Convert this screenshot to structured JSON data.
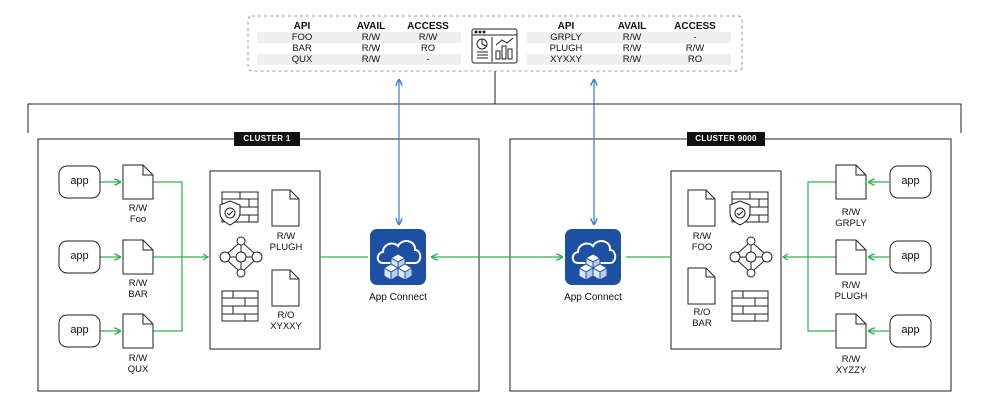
{
  "top_table_left": {
    "headers": [
      "API",
      "AVAIL",
      "ACCESS"
    ],
    "rows": [
      [
        "FOO",
        "R/W",
        "R/W"
      ],
      [
        "BAR",
        "R/W",
        "RO"
      ],
      [
        "QUX",
        "R/W",
        "-"
      ]
    ]
  },
  "top_table_right": {
    "headers": [
      "API",
      "AVAIL",
      "ACCESS"
    ],
    "rows": [
      [
        "GRPLY",
        "R/W",
        "-"
      ],
      [
        "PLUGH",
        "R/W",
        "R/W"
      ],
      [
        "XYXXY",
        "R/W",
        "RO"
      ]
    ]
  },
  "cluster_left": {
    "title": "CLUSTER 1",
    "apps": [
      "app",
      "app",
      "app"
    ],
    "docs": [
      [
        "R/W",
        "Foo"
      ],
      [
        "R/W",
        "BAR"
      ],
      [
        "R/W",
        "QUX"
      ]
    ],
    "gateway_docs": [
      [
        "R/W",
        "PLUGH"
      ],
      [
        "R/O",
        "XYXXY"
      ]
    ],
    "connector_label": "App Connect"
  },
  "cluster_right": {
    "title": "CLUSTER 9000",
    "apps": [
      "app",
      "app",
      "app"
    ],
    "docs": [
      [
        "R/W",
        "GRPLY"
      ],
      [
        "R/W",
        "PLUGH"
      ],
      [
        "R/W",
        "XYZZY"
      ]
    ],
    "gateway_docs": [
      [
        "R/W",
        "FOO"
      ],
      [
        "R/O",
        "BAR"
      ]
    ],
    "connector_label": "App Connect"
  },
  "icons": {
    "dashboard": "dashboard-icon",
    "app_connect": "app-connect-cubes-icon",
    "firewall": "brick-wall-icon",
    "shield": "shield-check-icon",
    "router": "network-router-icon",
    "document": "document-icon"
  },
  "colors": {
    "green_link": "#2db34a",
    "blue_link": "#3a7bd5",
    "app_connect_bg": "#1d4fa3"
  }
}
